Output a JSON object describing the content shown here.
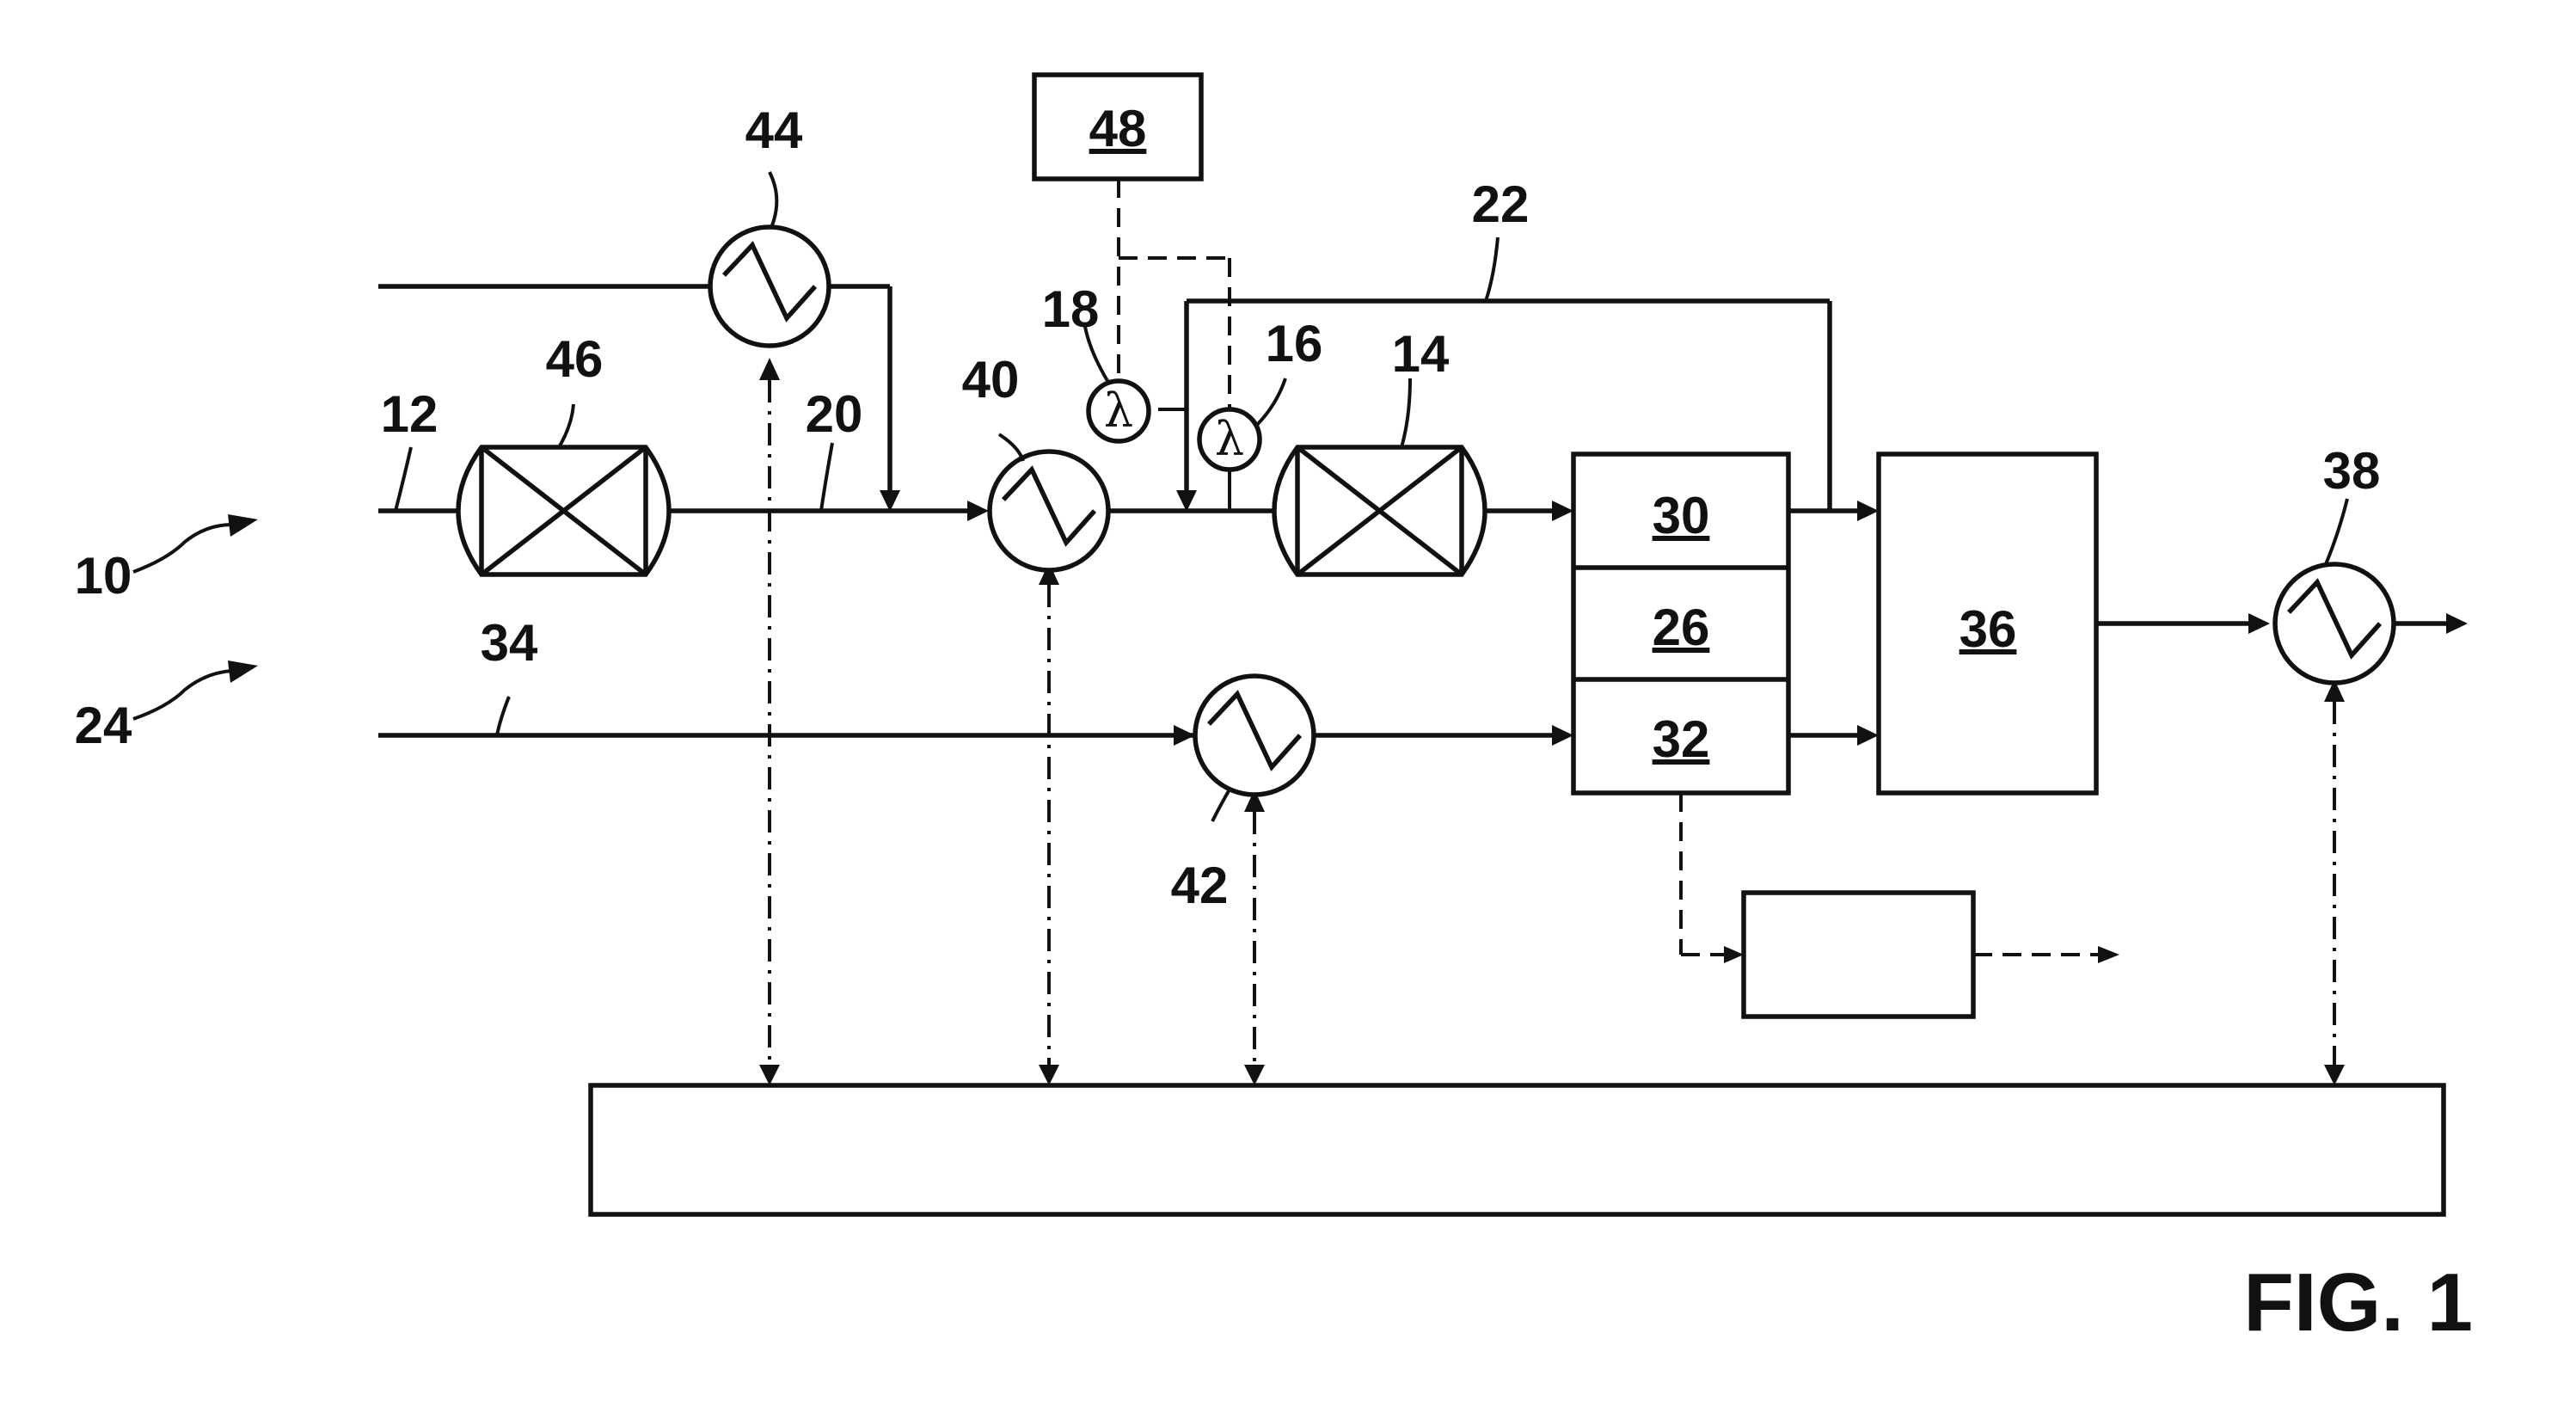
{
  "figure_label": "FIG. 1",
  "reference_numerals": {
    "r10": "10",
    "r12": "12",
    "r14": "14",
    "r16": "16",
    "r18": "18",
    "r20": "20",
    "r22": "22",
    "r24": "24",
    "r26": "26",
    "r30": "30",
    "r32": "32",
    "r34": "34",
    "r36": "36",
    "r38": "38",
    "r40": "40",
    "r42": "42",
    "r44": "44",
    "r46": "46",
    "r48": "48"
  },
  "sensor_symbol": "λ"
}
